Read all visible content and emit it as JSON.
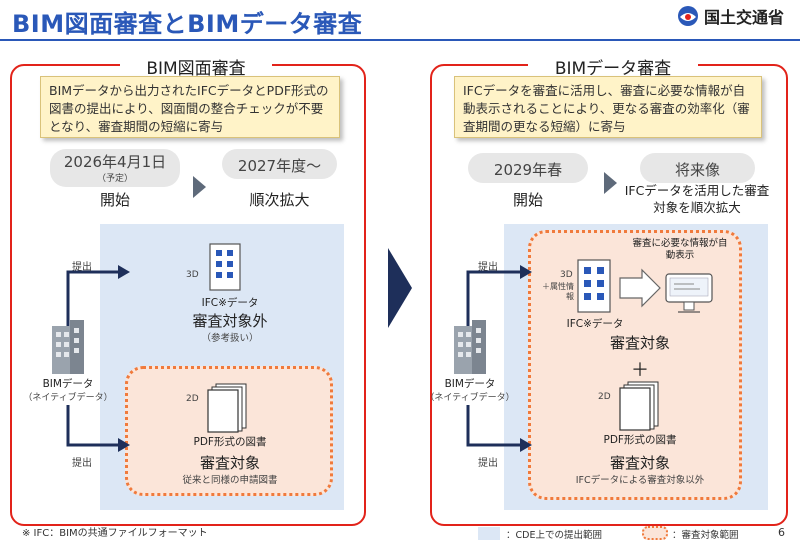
{
  "page": {
    "title": "BIM図面審査とBIMデータ審査",
    "page_number": "6"
  },
  "logo": {
    "text": "国土交通省"
  },
  "left": {
    "heading": "BIM図面審査",
    "note": "BIMデータから出力されたIFCデータとPDF形式の図書の提出により、図面間の整合チェックが不要となり、審査期間の短縮に寄与",
    "phase1_date": "2026年4月1日",
    "phase1_sub": "（予定）",
    "phase1_label": "開始",
    "phase2_date": "2027年度～",
    "phase2_label": "順次拡大",
    "submit_label_top": "提出",
    "submit_label_bottom": "提出",
    "bim_label": "BIMデータ",
    "bim_sub": "（ネイティブデータ）",
    "ifc_dim": "3D",
    "ifc_label": "IFC※データ",
    "ifc_status": "審査対象外",
    "ifc_status_sub": "（参考扱い）",
    "pdf_dim": "2D",
    "pdf_label": "PDF形式の図書",
    "pdf_status": "審査対象",
    "pdf_status_sub": "従来と同様の申請図書"
  },
  "right": {
    "heading": "BIMデータ審査",
    "note": "IFCデータを審査に活用し、審査に必要な情報が自動表示されることにより、更なる審査の効率化（審査期間の更なる短縮）に寄与",
    "phase1_date": "2029年春",
    "phase1_label": "開始",
    "phase2_date": "将来像",
    "phase2_label": "IFCデータを活用した審査対象を順次拡大",
    "submit_label_top": "提出",
    "submit_label_bottom": "提出",
    "bim_label": "BIMデータ",
    "bim_sub": "（ネイティブデータ）",
    "ifc_dim": "3D",
    "ifc_dim_sub": "＋属性情報",
    "ifc_label": "IFC※データ",
    "auto_display": "審査に必要な情報が自動表示",
    "ifc_status": "審査対象",
    "plus": "＋",
    "pdf_dim": "2D",
    "pdf_label": "PDF形式の図書",
    "pdf_status": "審査対象",
    "pdf_status_sub": "IFCデータによる審査対象以外"
  },
  "footnote": "※ IFC：BIMの共通ファイルフォーマット",
  "legend": {
    "cde": "：CDE上での提出範囲",
    "scope": "：審査対象範囲"
  },
  "colors": {
    "accent_blue": "#2a58b8",
    "panel_red": "#e2231a",
    "cde_blue": "#dce7f5",
    "scope_orange": "#f07a3c",
    "note_yellow": "#fff3c8"
  }
}
